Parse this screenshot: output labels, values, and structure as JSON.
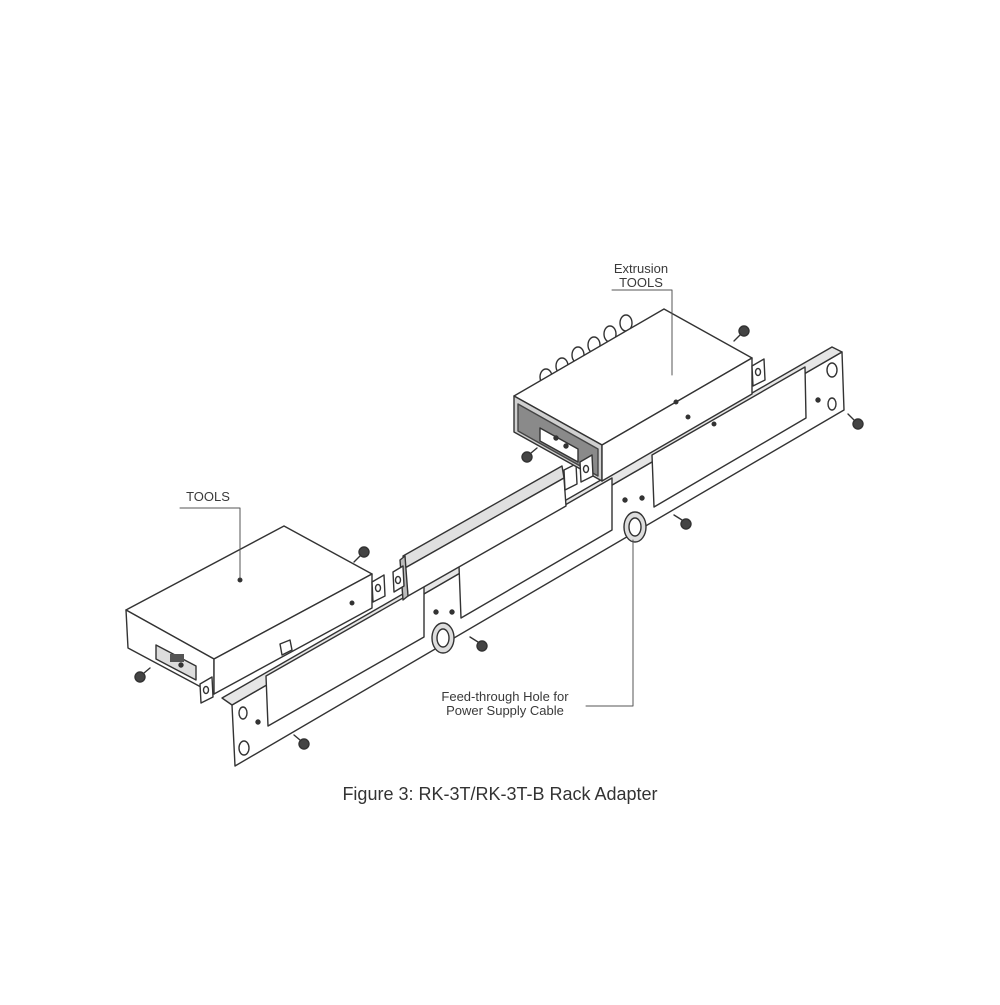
{
  "labels": {
    "extrusion_line1": "Extrusion",
    "extrusion_line2": "TOOLS",
    "tools": "TOOLS",
    "feed_line1": "Feed-through Hole for",
    "feed_line2": "Power Supply Cable"
  },
  "caption": "Figure 3: RK-3T/RK-3T-B Rack Adapter",
  "colors": {
    "line": "#333333",
    "fill": "#ffffff",
    "shade": "#d8d8d8",
    "dark": "#555555"
  }
}
